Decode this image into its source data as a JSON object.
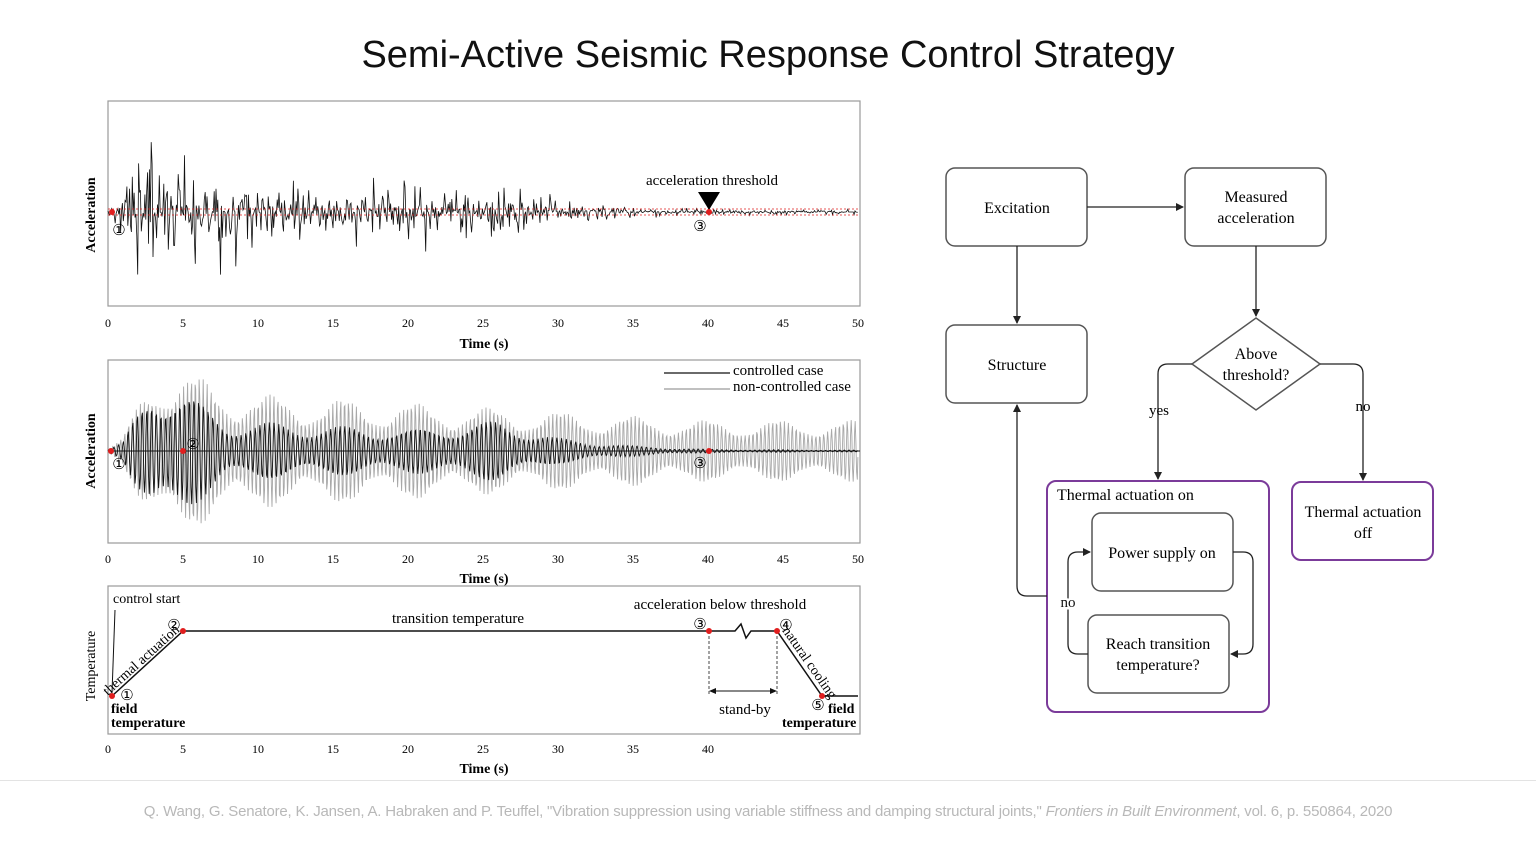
{
  "title": "Semi-Active Seismic Response Control Strategy",
  "citation": {
    "prefix": "Q. Wang, G. Senatore, K. Jansen, A. Habraken and P. Teuffel, \"Vibration suppression using variable stiffness and damping structural joints,\" ",
    "journal": "Frontiers in Built Environment",
    "suffix": ", vol. 6, p. 550864, 2020"
  },
  "colors": {
    "marker_red": "#e01e1e",
    "flow_accent": "#7b3b9a",
    "line_dark": "#111111",
    "line_light": "#9a9a9a"
  },
  "chart_data": [
    {
      "type": "line",
      "ylabel": "Acceleration",
      "xlabel": "Time (s)",
      "xlim": [
        0,
        50
      ],
      "xticks": [
        "0",
        "5",
        "10",
        "15",
        "20",
        "25",
        "30",
        "35",
        "40",
        "45",
        "50"
      ],
      "annotation": "acceleration threshold",
      "markers": [
        {
          "label": "①",
          "x": 0.3
        },
        {
          "label": "③",
          "x": 40
        }
      ],
      "series": [
        {
          "values_note_free": true,
          "envelope": [
            [
              0,
              0.05
            ],
            [
              1,
              0.55
            ],
            [
              2,
              1.0
            ],
            [
              4,
              0.85
            ],
            [
              8,
              0.55
            ],
            [
              12,
              0.45
            ],
            [
              20,
              0.4
            ],
            [
              26,
              0.35
            ],
            [
              30,
              0.18
            ],
            [
              35,
              0.08
            ],
            [
              40,
              0.05
            ],
            [
              50,
              0.03
            ]
          ]
        }
      ]
    },
    {
      "type": "line",
      "ylabel": "Acceleration",
      "xlabel": "Time (s)",
      "xlim": [
        0,
        50
      ],
      "xticks": [
        "0",
        "5",
        "10",
        "15",
        "20",
        "25",
        "30",
        "35",
        "40",
        "45",
        "50"
      ],
      "markers": [
        {
          "label": "①",
          "x": 0.3
        },
        {
          "label": "②",
          "x": 5
        },
        {
          "label": "③",
          "x": 40
        }
      ],
      "series": [
        {
          "name": "controlled case",
          "envelope": [
            [
              0,
              0.02
            ],
            [
              1,
              0.1
            ],
            [
              3,
              0.85
            ],
            [
              5,
              0.7
            ],
            [
              8,
              0.35
            ],
            [
              14,
              0.3
            ],
            [
              20,
              0.25
            ],
            [
              26,
              0.35
            ],
            [
              30,
              0.15
            ],
            [
              35,
              0.06
            ],
            [
              40,
              0.02
            ],
            [
              50,
              0.01
            ]
          ]
        },
        {
          "name": "non-controlled case",
          "envelope": [
            [
              0,
              0.02
            ],
            [
              1,
              0.15
            ],
            [
              3,
              1.0
            ],
            [
              5,
              0.9
            ],
            [
              10,
              0.65
            ],
            [
              20,
              0.55
            ],
            [
              30,
              0.45
            ],
            [
              40,
              0.35
            ],
            [
              50,
              0.35
            ]
          ]
        }
      ]
    },
    {
      "type": "line",
      "ylabel": "Temperature",
      "xlabel": "Time (s)",
      "xlim": [
        0,
        50
      ],
      "xticks": [
        "0",
        "5",
        "10",
        "15",
        "20",
        "25",
        "30",
        "35",
        "40"
      ],
      "series": [
        {
          "x": [
            0.3,
            5,
            40,
            44.5,
            47.5,
            50
          ],
          "y": [
            0,
            1,
            1,
            1,
            0,
            0
          ]
        }
      ],
      "annotations": {
        "control_start": "control start",
        "thermal_actuation": "thermal actuation",
        "transition": "transition temperature",
        "below_threshold": "acceleration below threshold",
        "natural_cooling": "natural cooling",
        "standby": "stand-by",
        "field_temp_left": [
          "field",
          "temperature"
        ],
        "field_temp_right": [
          "field",
          "temperature"
        ]
      },
      "markers": [
        {
          "label": "①",
          "x": 0.3
        },
        {
          "label": "②",
          "x": 5
        },
        {
          "label": "③",
          "x": 40
        },
        {
          "label": "④",
          "x": 44.5
        },
        {
          "label": "⑤",
          "x": 47.5
        }
      ]
    }
  ],
  "flowchart": {
    "excitation": "Excitation",
    "measured": [
      "Measured",
      "acceleration"
    ],
    "structure": "Structure",
    "decision": [
      "Above",
      "threshold?"
    ],
    "yes": "yes",
    "no": "no",
    "no_loop": "no",
    "thermal_on_group": "Thermal actuation on",
    "power_supply": "Power supply on",
    "reach": [
      "Reach transition",
      "temperature?"
    ],
    "thermal_off": [
      "Thermal actuation",
      "off"
    ]
  }
}
